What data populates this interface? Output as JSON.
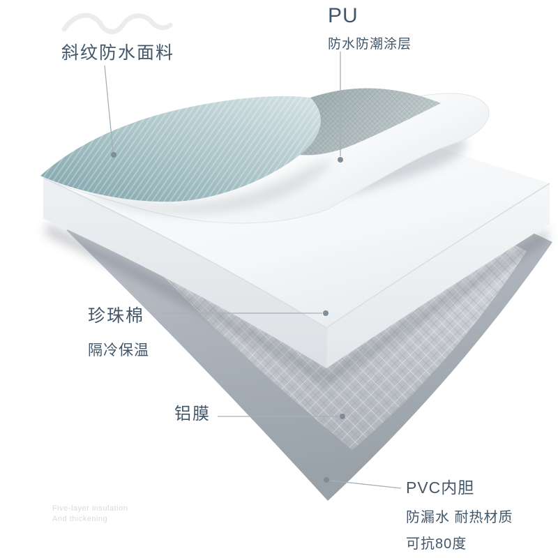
{
  "labels": {
    "fabric": {
      "title": "斜纹防水面料"
    },
    "pu": {
      "title": "PU",
      "subtitle": "防水防潮涂层"
    },
    "foam": {
      "title": "珍珠棉",
      "subtitle": "隔冷保温"
    },
    "aluminum": {
      "title": "铝膜"
    },
    "pvc": {
      "title": "PVC内胆",
      "line2": "防漏水 耐热材质",
      "line3": "可抗80度"
    }
  },
  "watermark": {
    "line1": "Five-layer insulation",
    "line2": "And thickening"
  },
  "colors": {
    "label_text": "#415669",
    "leader_line": "#a6b0b7",
    "leader_dot": "#7e8d97",
    "fabric_teal": "#a7c2c6",
    "mesh_gray": "#aab7b9",
    "foam_white": "#f6f8f9",
    "aluminum_silver": "#c6cacf",
    "pvc_gray": "#a6adb4",
    "background": "#ffffff"
  }
}
